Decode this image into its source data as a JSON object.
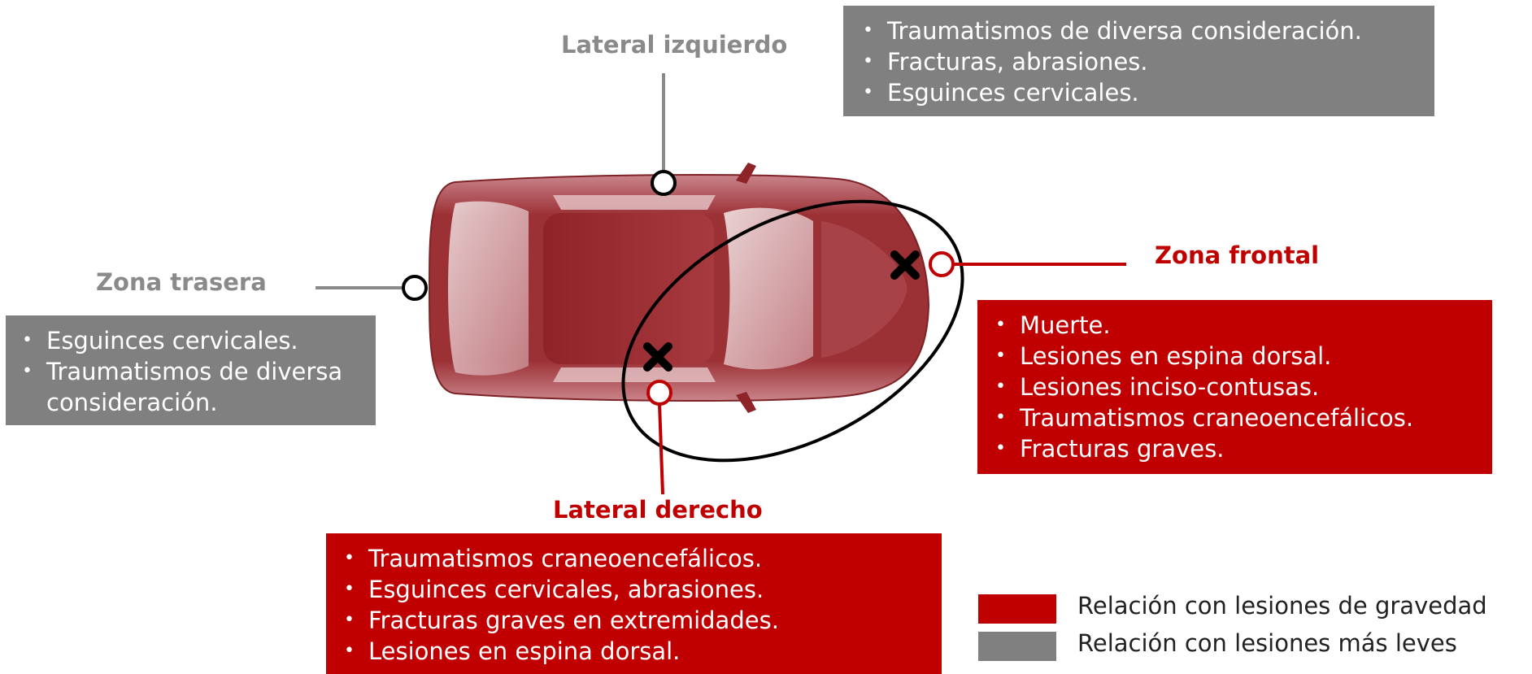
{
  "zones": {
    "left_side": {
      "title": "Lateral izquierdo",
      "items": [
        "Traumatismos de diversa consideración.",
        "Fracturas, abrasiones.",
        "Esguinces cervicales."
      ]
    },
    "rear": {
      "title": "Zona trasera",
      "items": [
        "Esguinces cervicales.",
        "Traumatismos de diversa consideración."
      ]
    },
    "front": {
      "title": "Zona frontal",
      "items": [
        "Muerte.",
        "Lesiones en espina dorsal.",
        "Lesiones inciso-contusas.",
        "Traumatismos craneoencefálicos.",
        "Fracturas graves."
      ]
    },
    "right_side": {
      "title": "Lateral derecho",
      "items": [
        "Traumatismos craneoencefálicos.",
        "Esguinces cervicales, abrasiones.",
        "Fracturas graves en extremidades.",
        "Lesiones en espina dorsal."
      ]
    }
  },
  "legend": {
    "severe": "Relación con lesiones de gravedad",
    "mild": "Relación con lesiones más leves"
  },
  "colors": {
    "severe": "#c00000",
    "mild": "#808080",
    "car": "#9b3035"
  }
}
